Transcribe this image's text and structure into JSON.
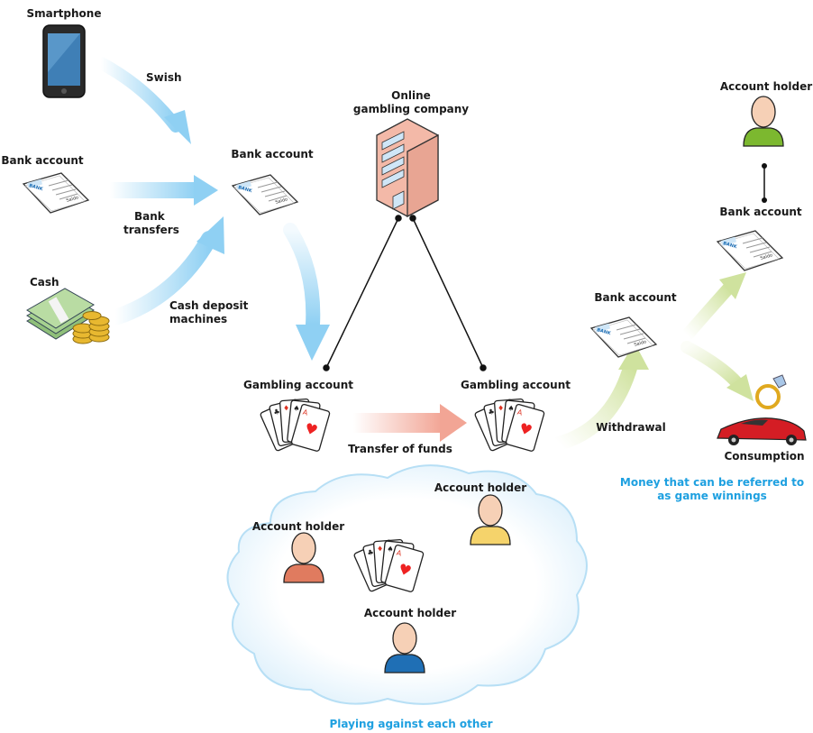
{
  "labels": {
    "smartphone": "Smartphone",
    "swish": "Swish",
    "bank_account_source": "Bank account",
    "bank_transfers_1": "Bank",
    "bank_transfers_2": "transfers",
    "cash": "Cash",
    "cash_deposit_1": "Cash deposit",
    "cash_deposit_2": "machines",
    "bank_account_hub": "Bank account",
    "gambling_company_1": "Online",
    "gambling_company_2": "gambling company",
    "gambling_account_left": "Gambling account",
    "transfer_of_funds": "Transfer of funds",
    "gambling_account_right": "Gambling account",
    "withdrawal": "Withdrawal",
    "bank_account_withdrawal": "Bank account",
    "bank_account_holder": "Bank account",
    "account_holder_top": "Account holder",
    "consumption": "Consumption",
    "game_winnings_1": "Money that can be referred to",
    "game_winnings_2": "as game winnings",
    "cloud_holder_left": "Account holder",
    "cloud_holder_right": "Account holder",
    "cloud_holder_bottom": "Account holder",
    "playing_against": "Playing against each other",
    "bank_logo": "BANK",
    "saldo": "Saldo"
  },
  "colors": {
    "blue_arrow": "#8fd0f3",
    "pink_arrow": "#f2a595",
    "green_arrow": "#dce9b4",
    "cloud_fill": "#e6f4fc",
    "cloud_stroke": "#b7dff5",
    "caption_blue": "#1ea0e0",
    "holder_green": "#7cb82f",
    "holder_salmon": "#e07b5f",
    "holder_yellow": "#f5d36b",
    "holder_blue": "#1f6fb5",
    "building": "#f3b9a8",
    "car": "#d41d24"
  }
}
